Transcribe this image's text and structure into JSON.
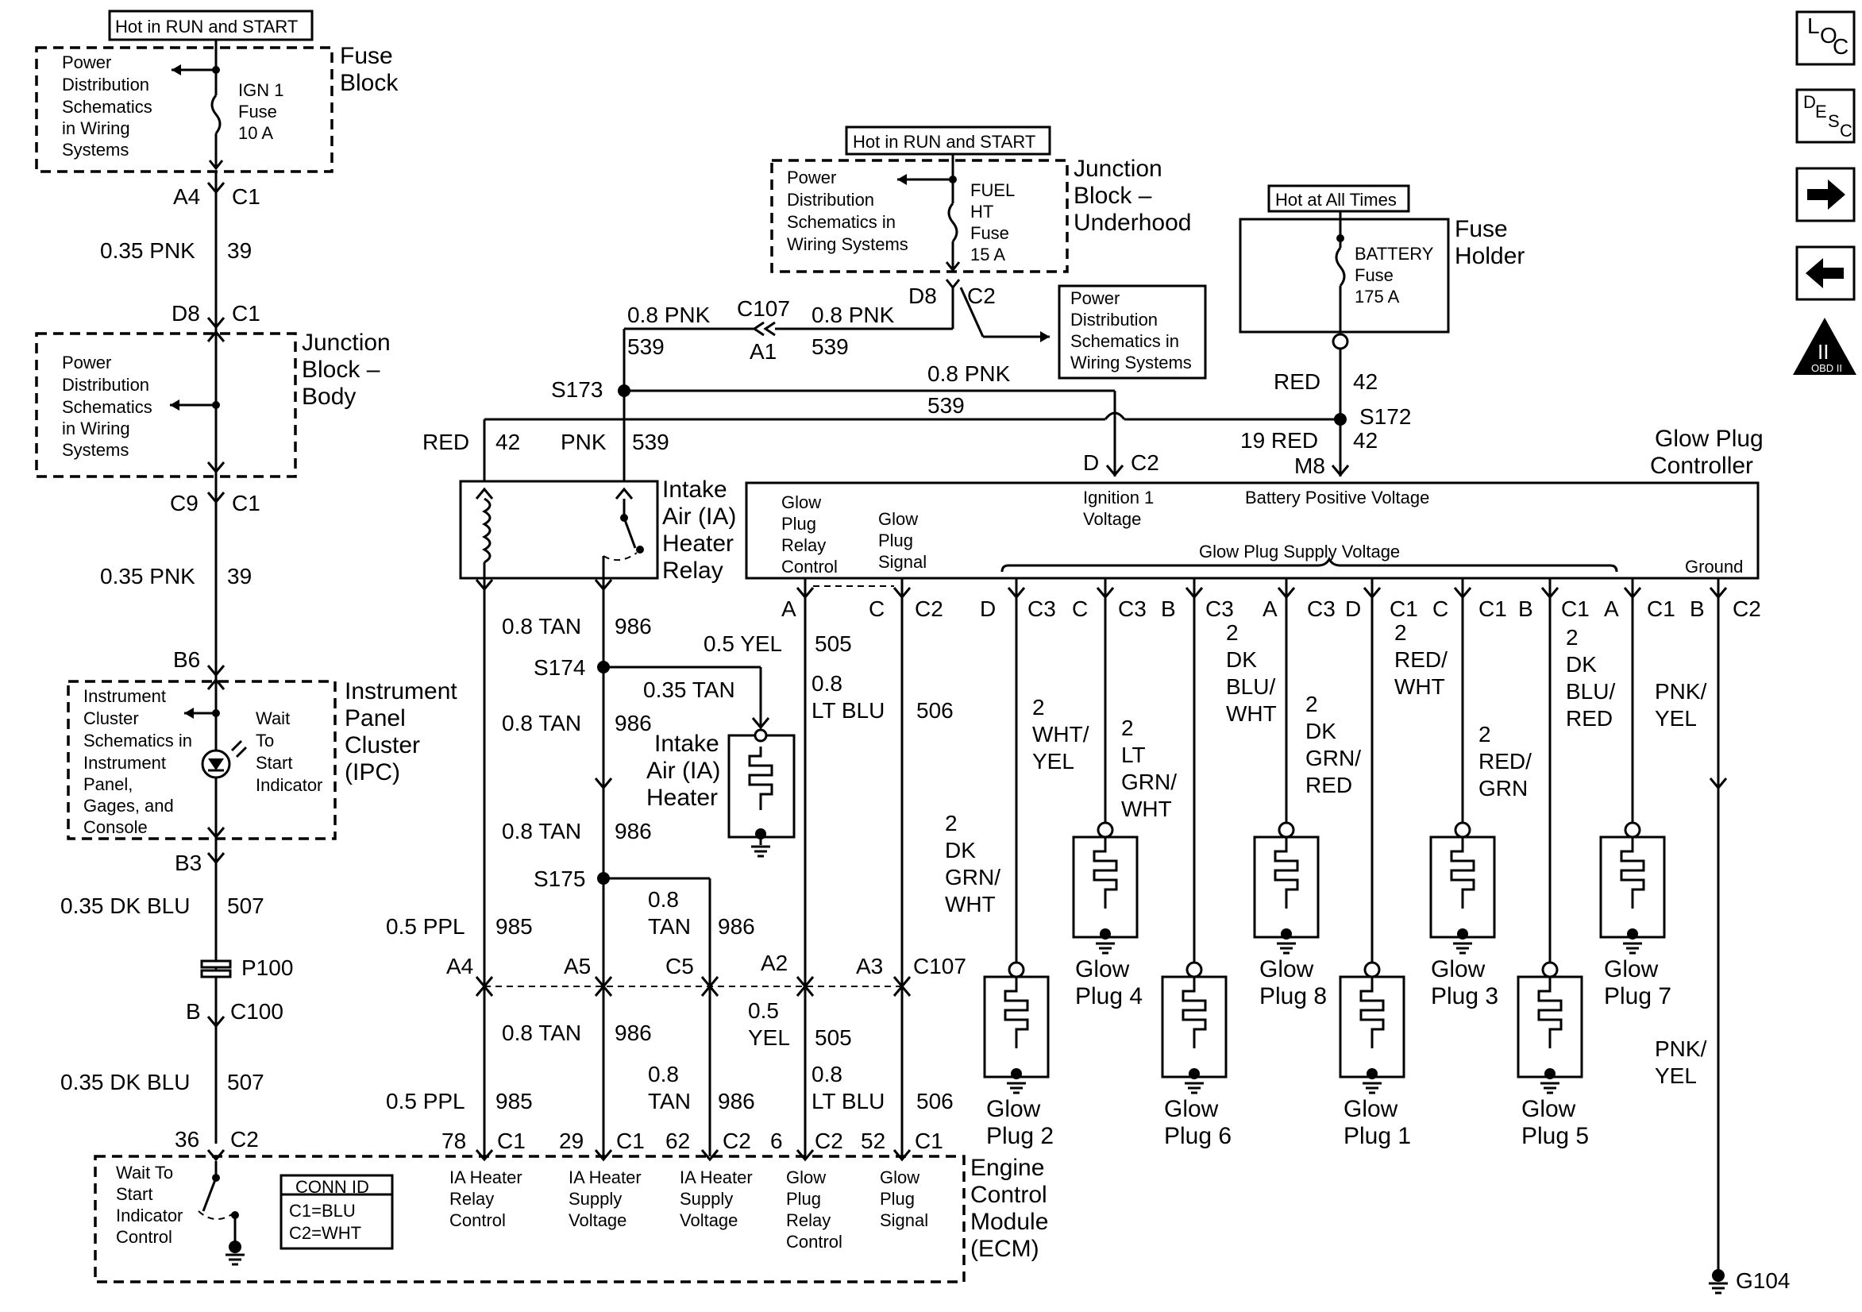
{
  "nav": {
    "loc": {
      "l1": "L",
      "l2": "O",
      "l3": "C"
    },
    "desc": {
      "l1": "D",
      "l2": "E",
      "l3": "S",
      "l4": "C"
    },
    "obd": {
      "ii": "II",
      "label": "OBD II"
    }
  },
  "fuse_block": {
    "hot_label": "Hot in RUN and START",
    "lines": [
      "Power",
      "Distribution",
      "Schematics",
      "in Wiring",
      "Systems"
    ],
    "fuse_lines": [
      "IGN 1",
      "Fuse",
      "10 A"
    ],
    "title_lines": [
      "Fuse",
      "Block"
    ]
  },
  "left_circuit": {
    "a4": "A4",
    "c1a": "C1",
    "w1_label": "0.35 PNK",
    "w1_num": "39",
    "d8": "D8",
    "c1b": "C1",
    "jb_title": [
      "Junction",
      "Block –",
      "Body"
    ],
    "jb_lines": [
      "Power",
      "Distribution",
      "Schematics",
      "in Wiring",
      "Systems"
    ],
    "c9": "C9",
    "c1c": "C1",
    "w2_label": "0.35 PNK",
    "w2_num": "39",
    "b6": "B6",
    "ipc_lines": [
      "Instrument",
      "Cluster",
      "Schematics in",
      "Instrument",
      "Panel,",
      "Gages, and",
      "Console"
    ],
    "ipc_indicator": [
      "Wait",
      "To",
      "Start",
      "Indicator"
    ],
    "ipc_title": [
      "Instrument",
      "Panel",
      "Cluster",
      "(IPC)"
    ],
    "b3": "B3",
    "w3_label": "0.35 DK BLU",
    "w3_num": "507",
    "p100": "P100",
    "b": "B",
    "c100": "C100",
    "w4_label": "0.35 DK BLU",
    "w4_num": "507",
    "pin36": "36",
    "c2": "C2"
  },
  "jb_underhood": {
    "hot_label": "Hot in RUN and START",
    "lines": [
      "Power",
      "Distribution",
      "Schematics in",
      "Wiring Systems"
    ],
    "fuse_lines": [
      "FUEL",
      "HT",
      "Fuse",
      "15 A"
    ],
    "title_lines": [
      "Junction",
      "Block –",
      "Underhood"
    ],
    "d8": "D8",
    "c2": "C2",
    "pd_lines": [
      "Power",
      "Distribution",
      "Schematics in",
      "Wiring Systems"
    ]
  },
  "fuse_holder": {
    "hot_label": "Hot at All Times",
    "fuse_lines": [
      "BATTERY",
      "Fuse",
      "175 A"
    ],
    "title_lines": [
      "Fuse",
      "Holder"
    ],
    "red": "RED",
    "num": "42",
    "s172": "S172",
    "w19": "19 RED",
    "w19n": "42",
    "m8": "M8"
  },
  "mid_circuit": {
    "w_pnk1": "0.8 PNK",
    "w_539a": "539",
    "c107": "C107",
    "a1": "A1",
    "w_pnk2": "0.8 PNK",
    "w_539b": "539",
    "s173": "S173",
    "w_pnk3": "0.8 PNK",
    "w_539c": "539",
    "red": "RED",
    "n42": "42",
    "pnk": "PNK",
    "n539": "539",
    "d": "D",
    "c2": "C2"
  },
  "relay": {
    "title": [
      "Intake",
      "Air (IA)",
      "Heater",
      "Relay"
    ]
  },
  "heater": {
    "title": [
      "Intake",
      "Air (IA)",
      "Heater"
    ]
  },
  "gpc": {
    "title": [
      "Glow Plug",
      "Controller"
    ],
    "lbl_relay": [
      "Glow",
      "Plug",
      "Relay",
      "Control"
    ],
    "lbl_signal": [
      "Glow",
      "Plug",
      "Signal"
    ],
    "lbl_ign": [
      "Ignition 1",
      "Voltage"
    ],
    "lbl_bat": "Battery Positive Voltage",
    "lbl_supply": "Glow Plug Supply Voltage",
    "lbl_ground": "Ground"
  },
  "tan_circuit": {
    "w1": "0.8 TAN",
    "n1": "986",
    "s174": "S174",
    "w2": "0.35 TAN",
    "w3": "0.8 TAN",
    "n3": "986",
    "w4": "0.8 TAN",
    "n4": "986",
    "s175": "S175",
    "w5a": "0.8",
    "w5b": "TAN",
    "n5": "986",
    "ppl": "0.5 PPL",
    "n985": "985",
    "a": "A",
    "yel": "0.5 YEL",
    "n505": "505",
    "c": "C",
    "c2": "C2",
    "lt1": "0.8",
    "lt2": "LT BLU",
    "n506": "506"
  },
  "c107_row": {
    "a4": "A4",
    "a5": "A5",
    "c5": "C5",
    "a2": "A2",
    "a3": "A3",
    "c107": "C107"
  },
  "lower_wires": {
    "tan": "0.8 TAN",
    "n986": "986",
    "yel1": "0.5",
    "yel2": "YEL",
    "n505": "505",
    "tan2a": "0.8",
    "tan2b": "TAN",
    "n986b": "986",
    "ppl": "0.5 PPL",
    "n985": "985",
    "lt1": "0.8",
    "lt2": "LT BLU",
    "n506": "506"
  },
  "ecm": {
    "pins": [
      "78",
      "C1",
      "29",
      "C1",
      "62",
      "C2",
      "6",
      "C2",
      "52",
      "C1"
    ],
    "wts": [
      "Wait To",
      "Start",
      "Indicator",
      "Control"
    ],
    "conn_id": [
      "CONN ID",
      "C1=BLU",
      "C2=WHT"
    ],
    "col1": [
      "IA Heater",
      "Relay",
      "Control"
    ],
    "col2": [
      "IA Heater",
      "Supply",
      "Voltage"
    ],
    "col3": [
      "IA Heater",
      "Supply",
      "Voltage"
    ],
    "col4": [
      "Glow",
      "Plug",
      "Relay",
      "Control"
    ],
    "col5": [
      "Glow",
      "Plug",
      "Signal"
    ],
    "title": [
      "Engine",
      "Control",
      "Module",
      "(ECM)"
    ]
  },
  "glow_plugs": {
    "pin_labels": [
      "D",
      "C3",
      "C",
      "C3",
      "B",
      "C3",
      "A",
      "C3",
      "D",
      "C1",
      "C",
      "C1",
      "B",
      "C1",
      "A",
      "C1",
      "B",
      "C2"
    ],
    "wire1": [
      "2",
      "DK",
      "GRN/",
      "WHT"
    ],
    "wire2": [
      "2",
      "WHT/",
      "YEL"
    ],
    "wire3": [
      "2",
      "LT",
      "GRN/",
      "WHT"
    ],
    "wire4": [
      "2",
      "DK",
      "BLU/",
      "WHT"
    ],
    "wire5": [
      "2",
      "DK",
      "GRN/",
      "RED"
    ],
    "wire6": [
      "2",
      "RED/",
      "WHT"
    ],
    "wire7": [
      "2",
      "RED/",
      "GRN"
    ],
    "wire8": [
      "2",
      "DK",
      "BLU/",
      "RED"
    ],
    "wire9": [
      "PNK/",
      "YEL"
    ],
    "wire9b": [
      "PNK/",
      "YEL"
    ],
    "plug2": [
      "Glow",
      "Plug 2"
    ],
    "plug4": [
      "Glow",
      "Plug 4"
    ],
    "plug6": [
      "Glow",
      "Plug 6"
    ],
    "plug8": [
      "Glow",
      "Plug 8"
    ],
    "plug1": [
      "Glow",
      "Plug 1"
    ],
    "plug3": [
      "Glow",
      "Plug 3"
    ],
    "plug5": [
      "Glow",
      "Plug 5"
    ],
    "plug7": [
      "Glow",
      "Plug 7"
    ],
    "g104": "G104"
  }
}
